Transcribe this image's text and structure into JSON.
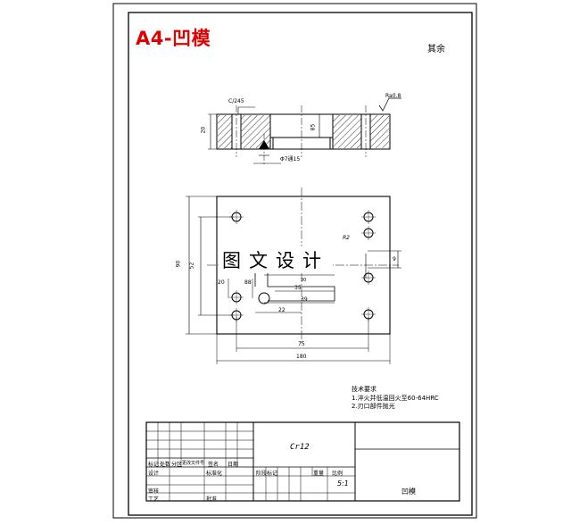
{
  "title": "A4-凹模",
  "corner_mark": "其余",
  "watermark": "图文设计",
  "section_view": {
    "dims": {
      "chamfer": "C/245",
      "roughness_top": "Ra0.8",
      "height": "20",
      "depth": "85",
      "counterbore": "Φ7通15"
    }
  },
  "plan_view": {
    "dims": {
      "width_total": "180",
      "width_holes": "75",
      "height_total": "90",
      "height_holes": "52",
      "d39": "39",
      "d35": "35",
      "d22": "22",
      "d9": "9",
      "d20": "20",
      "d88": "88",
      "r2": "R2",
      "label_left_b": "30"
    }
  },
  "tech_notes": {
    "heading": "技术要求",
    "lines": [
      "1.淬火并低温回火至60-64HRC",
      "2.刃口部件抛光"
    ]
  },
  "title_block": {
    "material": "Cr12",
    "ratio": "5:1",
    "part_name": "凹模",
    "labels": {
      "biaoji": "标记",
      "chushu": "处数",
      "fenqu": "分区",
      "genggai": "更改文件号",
      "qianming": "签名",
      "riqi": "日期",
      "sheji": "设计",
      "biaozhunhua": "标准化",
      "jieduan": "阶段标记",
      "zhongliang": "重量",
      "bili": "比例",
      "shenhe": "审核",
      "gongyi": "工艺",
      "pizhun": "批准"
    }
  }
}
